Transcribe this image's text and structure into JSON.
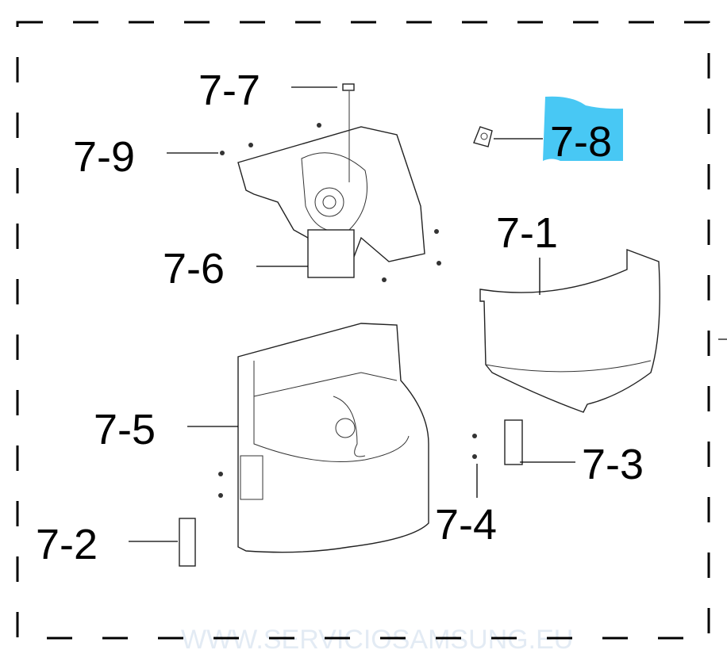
{
  "watermark": "WWW.SERVICIOSAMSUNG.EU",
  "highlight_color": "#48c8f4",
  "callouts": [
    {
      "id": "7-1",
      "label": "7-1"
    },
    {
      "id": "7-2",
      "label": "7-2"
    },
    {
      "id": "7-3",
      "label": "7-3"
    },
    {
      "id": "7-4",
      "label": "7-4"
    },
    {
      "id": "7-5",
      "label": "7-5"
    },
    {
      "id": "7-6",
      "label": "7-6"
    },
    {
      "id": "7-7",
      "label": "7-7"
    },
    {
      "id": "7-8",
      "label": "7-8",
      "highlighted": true
    },
    {
      "id": "7-9",
      "label": "7-9"
    }
  ]
}
